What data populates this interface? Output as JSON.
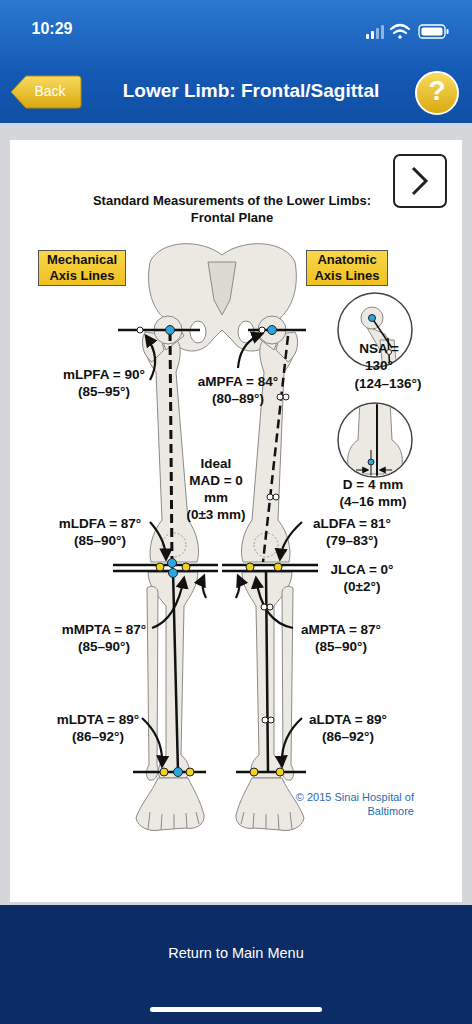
{
  "diagram": {
    "title": "Standard Measurements of the Lower Limbs: Frontal Plane",
    "nodes": [
      {
        "text": [
          "Lower Limb: Frontal/Sagittal"
        ]
      },
      {
        "text": [
          "Back"
        ],
        "in": 0
      },
      {
        "text": [
          "?"
        ],
        "in": 0
      },
      {
        "text": [
          "Mechanical Axis Lines"
        ]
      },
      {
        "text": [
          "Anatomic Axis Lines"
        ]
      },
      {
        "text": [
          "Return to Main Menu"
        ]
      }
    ],
    "labels": [
      "10:29",
      "mLPFA = 90°",
      "(85–95°)",
      "aMPFA = 84°",
      "(80–89°)",
      "NSA = 130°",
      "(124–136°)",
      "D = 4 mm",
      "(4–16 mm)",
      "Ideal MAD = 0 mm",
      "(0±3 mm)",
      "mLDFA = 87°",
      "(85–90°)",
      "aLDFA = 81°",
      "(79–83°)",
      "JLCA = 0°",
      "(0±2°)",
      "mMPTA = 87°",
      "(85–90°)",
      "aMPTA = 87°",
      "(85–90°)",
      "mLDTA = 89°",
      "(86–92°)",
      "aLDTA = 89°",
      "(86–92°)",
      "© 2015 Sinai Hospital of Baltimore"
    ]
  }
}
